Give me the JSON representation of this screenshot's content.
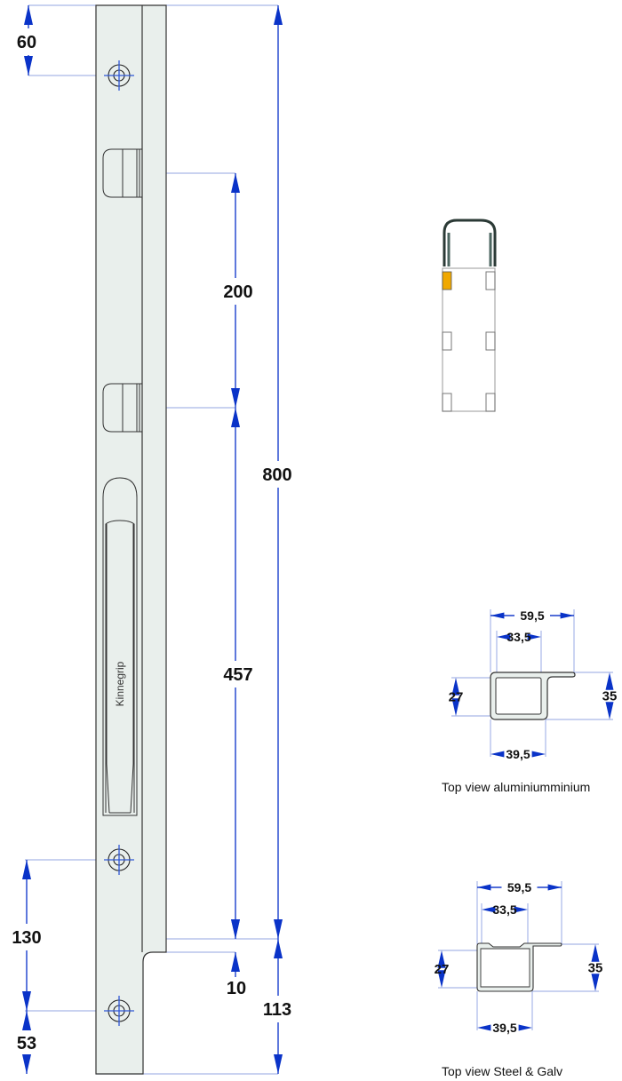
{
  "drawing": {
    "brand_text": "Kinnegrip",
    "dimensions": {
      "top_hole": "60",
      "total_length": "800",
      "slot_spacing": "200",
      "slot_to_end": "457",
      "offset": "10",
      "bottom_section": "113",
      "hole_spacing": "130",
      "bottom_hole": "53"
    },
    "profiles": [
      {
        "caption": "Top view aluminiumminium",
        "width_total": "59,5",
        "inner_width": "33,5",
        "body_width": "39,5",
        "inner_height": "27",
        "outer_height": "35"
      },
      {
        "caption": "Top view Steel & Galv",
        "width_total": "59,5",
        "inner_width": "33,5",
        "body_width": "39,5",
        "inner_height": "27",
        "outer_height": "35"
      }
    ],
    "highlight_color": "#f0a800",
    "dimension_color": "#0a33c8"
  }
}
